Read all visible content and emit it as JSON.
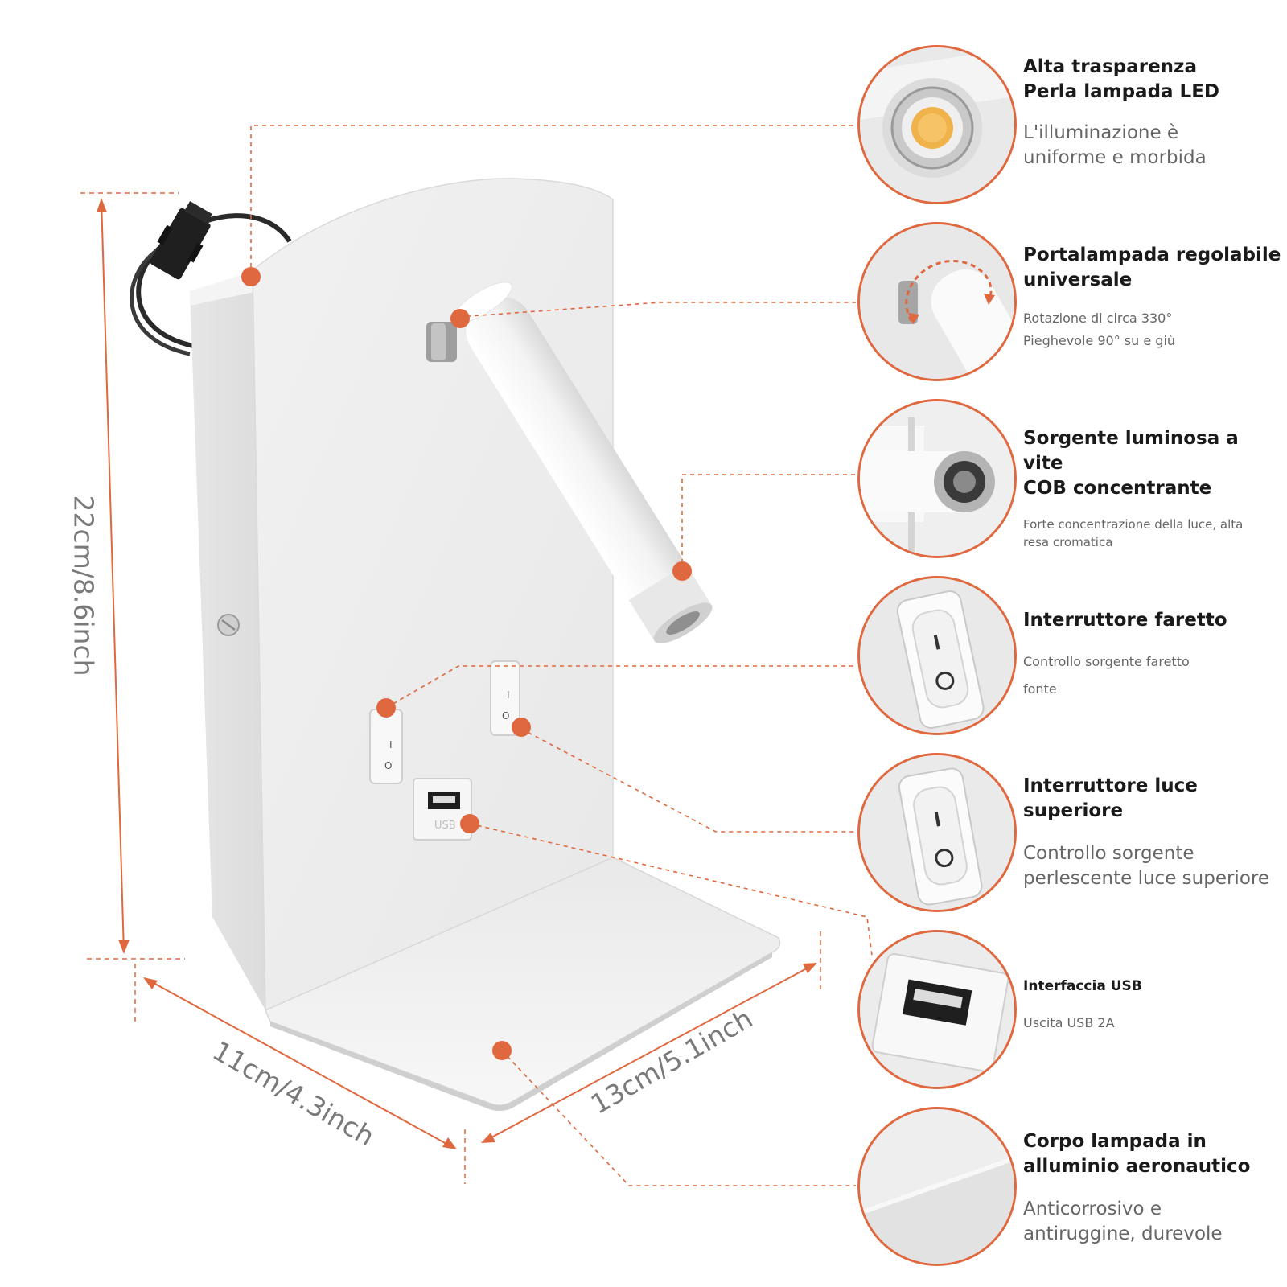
{
  "colors": {
    "accent": "#e0683f",
    "product_white": "#f2f2f2",
    "text_dark": "#1a1a1a",
    "text_gray": "#666666"
  },
  "dimensions": {
    "height": "22cm/8.6inch",
    "depth": "11cm/4.3inch",
    "width": "13cm/5.1inch"
  },
  "features": [
    {
      "icon": "led-bead-icon",
      "title_lines": [
        "Alta trasparenza",
        "Perla lampada LED"
      ],
      "desc_lines": [
        "L'illuminazione è",
        "uniforme e morbida"
      ]
    },
    {
      "icon": "adjustable-holder-icon",
      "title_lines": [
        "Portalampada regolabile",
        "universale"
      ],
      "desc_lines": [
        "Rotazione di circa 330°",
        "Pieghevole 90° su e giù"
      ]
    },
    {
      "icon": "cob-light-source-icon",
      "title_lines": [
        "Sorgente luminosa a vite",
        "COB concentrante"
      ],
      "desc_lines": [
        "Forte concentrazione della luce, alta",
        "resa cromatica"
      ]
    },
    {
      "icon": "spotlight-switch-icon",
      "title_lines": [
        "Interruttore faretto"
      ],
      "desc_lines": [
        "Controllo sorgente faretto",
        "fonte"
      ]
    },
    {
      "icon": "top-light-switch-icon",
      "title_lines": [
        "Interruttore luce",
        "superiore"
      ],
      "desc_lines": [
        "Controllo sorgente",
        "perlescente luce superiore"
      ]
    },
    {
      "icon": "usb-port-icon",
      "title_lines": [
        "Interfaccia USB"
      ],
      "desc_lines": [
        "Uscita USB 2A"
      ]
    },
    {
      "icon": "aluminium-body-icon",
      "title_lines": [
        "Corpo lampada in",
        "alluminio aeronautico"
      ],
      "desc_lines": [
        "Anticorrosivo e",
        "antiruggine, durevole"
      ]
    }
  ],
  "product": {
    "usb_label": "USB",
    "switch_on_symbol": "I",
    "switch_off_symbol": "O"
  }
}
